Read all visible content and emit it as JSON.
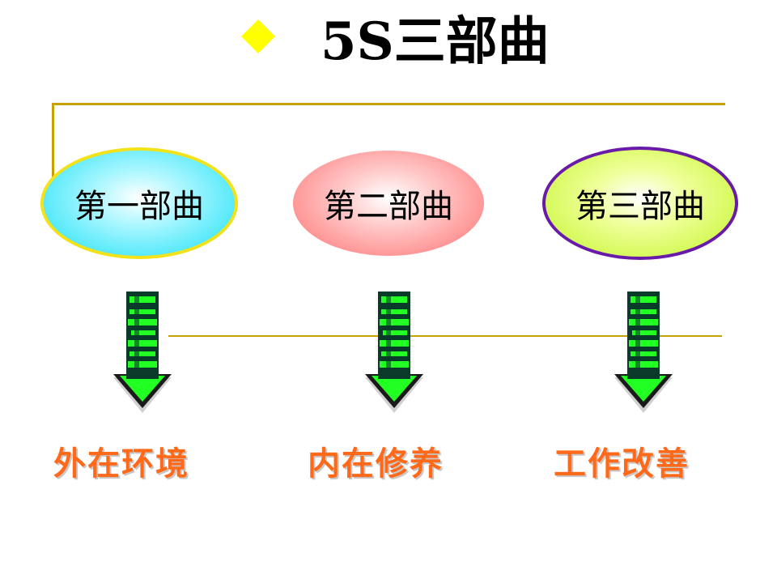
{
  "title": "5S三部曲",
  "colors": {
    "bullet": "#ffff00",
    "line": "#c8a000",
    "label": "#ff6a1a",
    "arrow_dark": "#0a3a2a",
    "arrow_green": "#22ff22"
  },
  "parts": [
    {
      "name": "第一部曲",
      "result": "外在环境"
    },
    {
      "name": "第二部曲",
      "result": "内在修养"
    },
    {
      "name": "第三部曲",
      "result": "工作改善"
    }
  ]
}
